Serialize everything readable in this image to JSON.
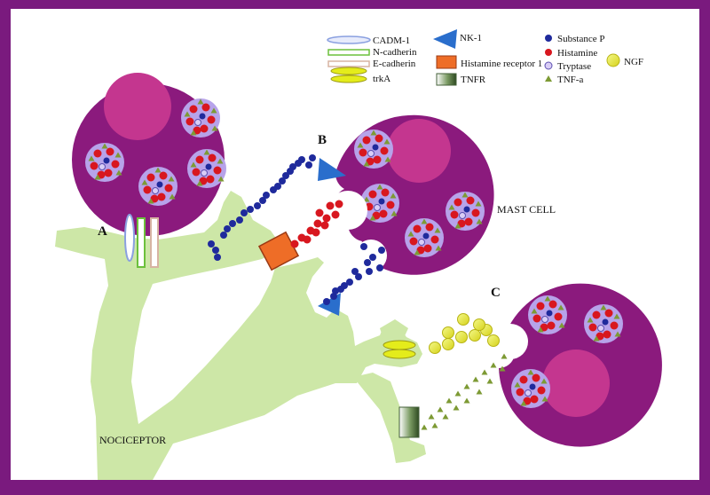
{
  "legend": {
    "col1": [
      {
        "label": "CADM-1",
        "icon": "cadm1-ellipse-icon"
      },
      {
        "label": "N-cadherin",
        "icon": "n-cadherin-bar-icon"
      },
      {
        "label": "E-cadherin",
        "icon": "e-cadherin-bar-icon"
      },
      {
        "label": "trkA",
        "icon": "trka-ellipse-icon"
      }
    ],
    "col2": [
      {
        "label": "NK-1",
        "icon": "nk1-triangle-icon"
      },
      {
        "label": "Histamine receptor 1",
        "icon": "h1-receptor-square-icon"
      },
      {
        "label": "TNFR",
        "icon": "tnfr-square-icon"
      }
    ],
    "col3": [
      {
        "label": "Substance P",
        "icon": "substance-p-dot-icon"
      },
      {
        "label": "Histamine",
        "icon": "histamine-dot-icon"
      },
      {
        "label": "Tryptase",
        "icon": "tryptase-dot-icon"
      },
      {
        "label": "TNF-a",
        "icon": "tnf-a-triangle-icon"
      }
    ],
    "col4": [
      {
        "label": "NGF",
        "icon": "ngf-dot-icon"
      }
    ]
  },
  "labels": {
    "a": "A",
    "b": "B",
    "c": "C",
    "mast_cell": "MAST CELL",
    "nociceptor": "NOCICEPTOR"
  },
  "colors": {
    "frame": "#7a1a7e",
    "background": "#ffffff",
    "cell_fill": "#8b1a7d",
    "nucleus": "#c4368f",
    "granule": "#b7a3ea",
    "neuron": "#cde7a7",
    "substance_p": "#1f2a9c",
    "histamine": "#d8171f",
    "tryptase": "#d9cdf6",
    "tnf_a": "#7d9a34",
    "ngf": "#e4ec1b",
    "nk1": "#2a6ecc",
    "h1_receptor": "#ee6d27",
    "tnfr": "#6e8a5a"
  }
}
